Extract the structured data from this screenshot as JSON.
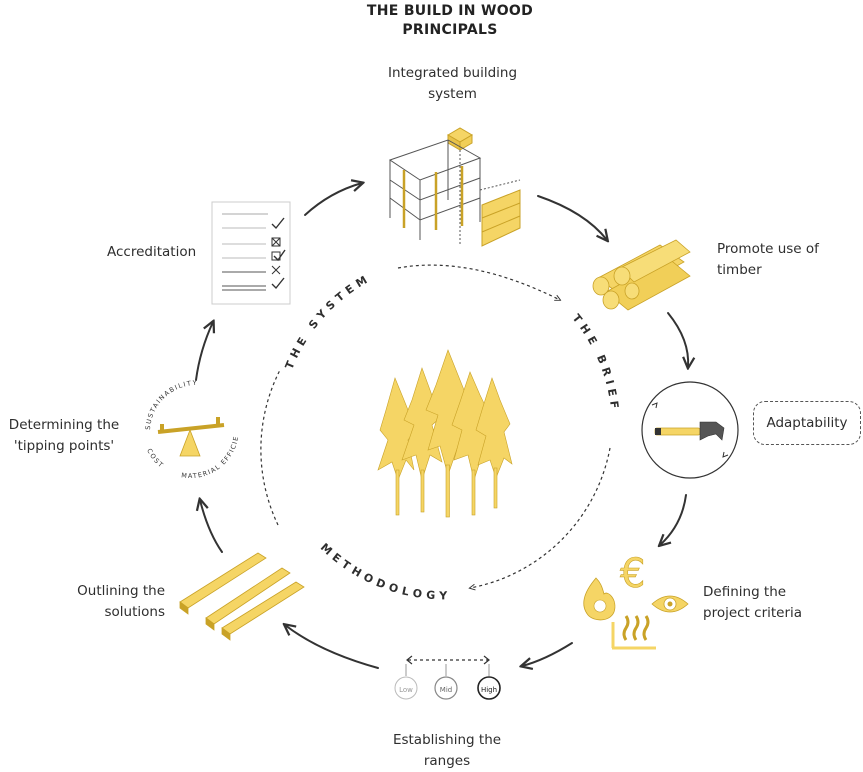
{
  "title": [
    "THE BUILD IN WOOD",
    "PRINCIPALS"
  ],
  "steps": {
    "integrated": [
      "Integrated building",
      "system"
    ],
    "promote": [
      "Promote use of",
      "timber"
    ],
    "adaptability": "Adaptability",
    "criteria": [
      "Defining the",
      "project criteria"
    ],
    "ranges": [
      "Establishing the",
      "ranges"
    ],
    "solutions": [
      "Outlining the",
      "solutions"
    ],
    "tipping": [
      "Determining the",
      "'tipping points'"
    ],
    "accreditation": "Accreditation"
  },
  "inner_ring": {
    "system": "THE SYSTEM",
    "brief": "THE BRIEF",
    "methodology": "METHODOLOGY"
  },
  "seesaw_ring": {
    "sustainability": "SUSTAINABILITY",
    "cost": "COST",
    "material": "MATERIAL EFFICIENCY"
  },
  "range_scale": [
    "Low",
    "Mid",
    "High"
  ],
  "currency_symbol": "€",
  "colors": {
    "accent": "#f5d565",
    "accent_dark": "#c9a227",
    "line": "#3a3a3a"
  }
}
